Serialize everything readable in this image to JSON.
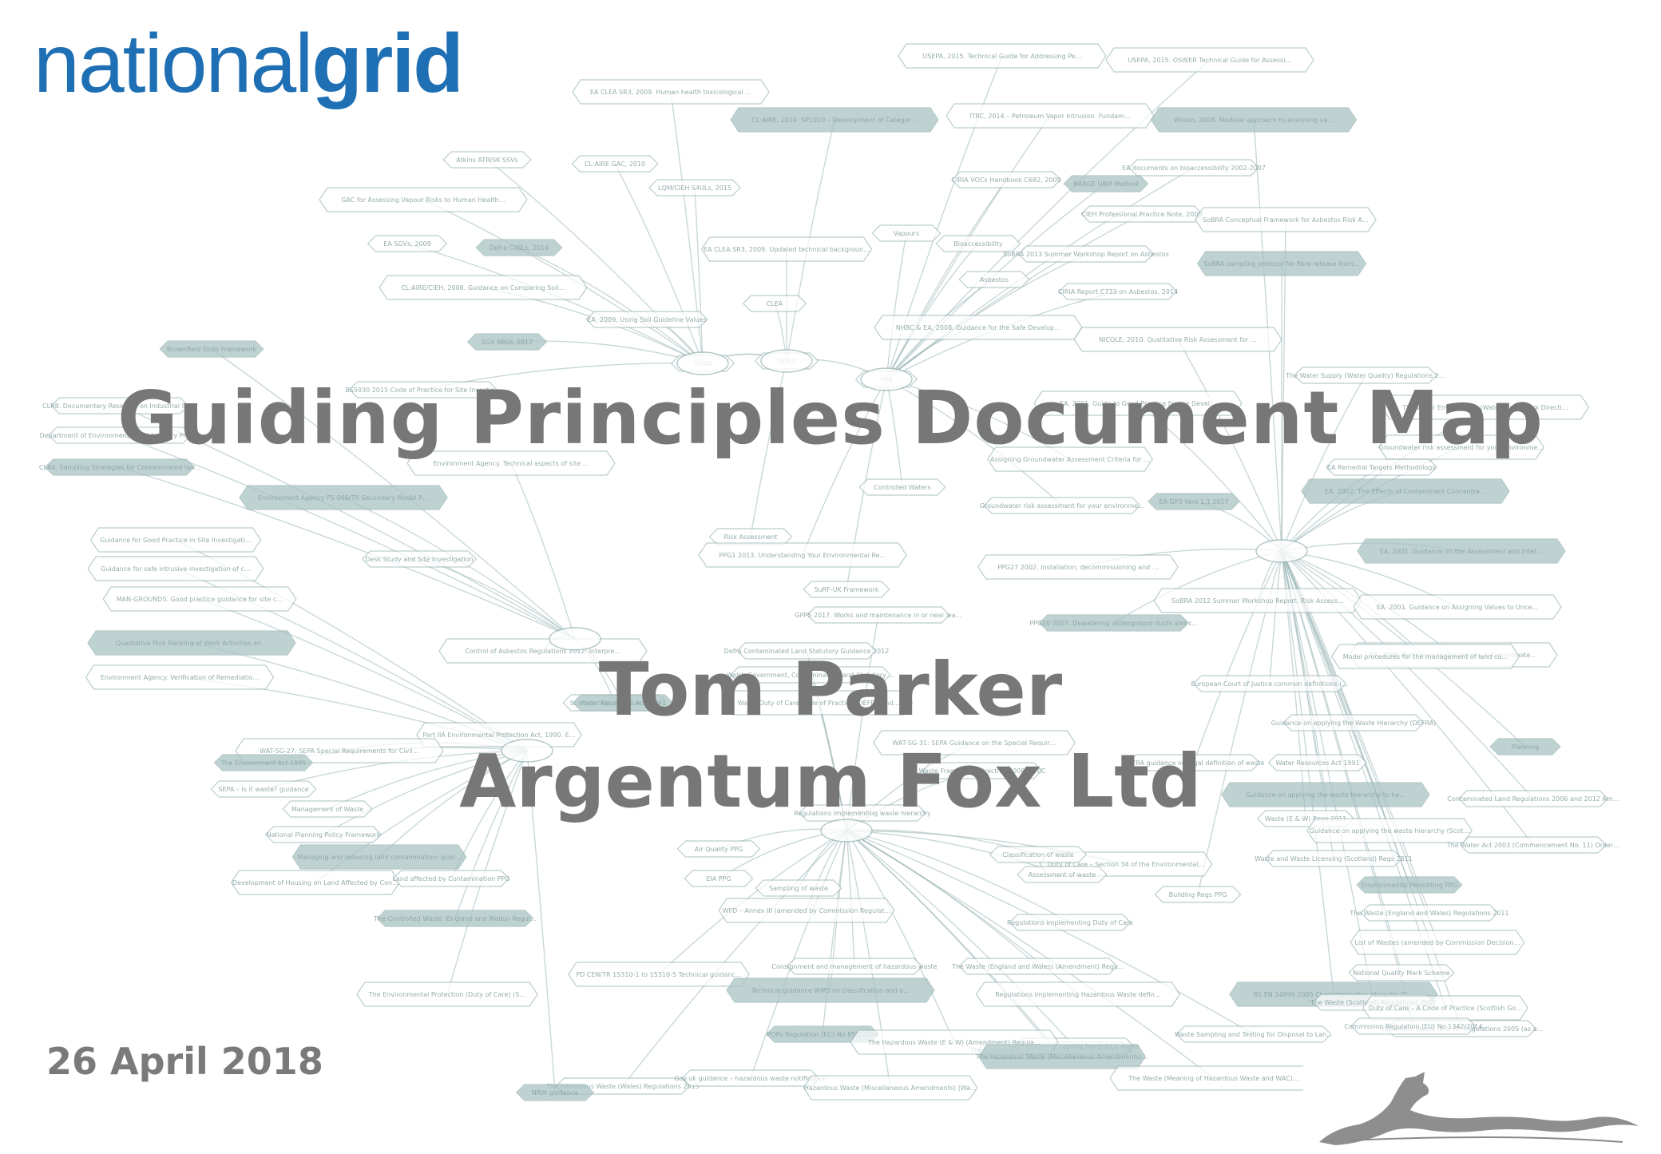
{
  "logo": {
    "light": "national",
    "bold": "grid"
  },
  "title": "Guiding Principles Document Map",
  "presenter": "Tom Parker",
  "company": "Argentum Fox Ltd",
  "date": "26 April 2018",
  "colors": {
    "logo_blue": "#1f6fb4",
    "heading_grey": "#777777",
    "map_line": "#9fb8b8",
    "map_fill": "#aac3c3"
  },
  "map_nodes": [
    "USEPA, 2015. Technical Guide for Addressing Petroleum Vapor Intrusion at Leaking UST Sites",
    "USEPA, 2015. OSWER Technical Guide for Assessing and Mitigating the Vapor Intrusion Pathway from Subsurface Vapor Sources to Indoor Air",
    "EA CLEA SR3, 2009. Human health toxicological assessment of contaminants in soil",
    "CL:AIRE, 2014. SP1010 – Development of Category 4 Screening Levels for Assessment of Land Affected by Contamination",
    "ITRC, 2014 – Petroleum Vapor Intrusion. Fundamentals of Screening, Investigation and Management report",
    "Wilson, 2008. Modular approach to analysing vapour migration into buildings in the UK",
    "CIRIA VOCs Handbook C682, 2009",
    "EA documents on bioaccessibility 2002-2007",
    "CL:AIRE GAC, 2010",
    "LQM/CIEH S4ULs, 2015",
    "Atkins ATRISK SSVs",
    "GAC for Assessing Vapour Risks to Human Health from Volatile Contaminants in Groundwater",
    "BARGE UBM Method",
    "CIEH Professional Practice Note, 2009",
    "SoBRA Conceptual Framework for Asbestos Risk Assessment & Control, 2015",
    "EA SGVs, 2009",
    "Defra C4SLs, 2014",
    "EA CLEA SR3, 2009. Updated technical background to the CLEA model",
    "Vapours",
    "Bioaccessibility",
    "SoBRA 2013 Summer Workshop Report on Asbestos",
    "SoBRA sampling protocol for fibre release from garden soil, 2016",
    "CL:AIRE/CIEH, 2008. Guidance on Comparing Soil Contamination Data with a Critical Concentration",
    "CLEA",
    "Asbestos",
    "CIRIA Report C733 on Asbestos, 2014",
    "EA, 2009. Using Soil Guideline Values",
    "SGV NBGL 2012",
    "NHBC & EA, 2008. Guidance for the Safe Development of Housing on Land Affected by Contamination, R&D 66",
    "NICOLE, 2010. Qualitative Risk Assessment for Land Contamination, including Radioactive Contamination",
    "Brownfield Skills Framework",
    "GQRA",
    "DQRA",
    "PRA",
    "The Water Supply (Water Quality) Regulations 2016",
    "BS5930 2015 Code of Practice for Site Investigations",
    "CLR8. Documentary Research on Industrial Sites",
    "Department of Environment (DoE) Industry Profiles",
    "CLR4. Sampling Strategies for Contaminated land. 1994",
    "Environment Agency P5-066/TR Secondary Model Procedure for the Development of Appropriate Soil Sampling Strategies, 2001",
    "Environment Agency. Technical aspects of site investigation in relation to land contamination, P5-065/TR, 2000",
    "EA, 2001. Guide to Good Practice for the Development of Conceptual Models and the Selection and Application of Mathematical Models of Contaminant Transport Processes in the Subsurface",
    "The Water Environment (Water Framework Directive) (England and Wales) Regulations 2017",
    "Groundwater risk assessment for your environmental permit 2017",
    "Assigning Groundwater Assessment Criteria for Pollutant Inputs",
    "EA Remedial Targets Methodology",
    "Controlled Waters",
    "Groundwater risk assessment for your environmental permit",
    "EA GP3 Vers 1.1 2017",
    "EA, 2002. The Effects of Contaminant Concentration on the Potential for Natural Attenuation",
    "Risk Assessment",
    "Desk Study and Site Investigation",
    "Guidance for Good Practice in Site Investigation. Version 2, 2009",
    "Guidance for safe intrusive investigation of contaminated land, 2017",
    "MAN-GROUNDS. Good practice guidance for site characterisation. Version 2, 2009",
    "PPG1 2013. Understanding Your Environmental Responsibilities – Good Environmental Practices",
    "PPG27 2002. Installation, decommissioning and removal of underground storage tanks",
    "EA, 2001. Guidance on the Assessment and Interrogation of Subsurface Analytical Contaminant Fate and Transport Models",
    "SuRF-UK Framework",
    "GPP5 2017. Works and maintenance in or near water",
    "PPG20 2007. Dewatering underground ducts and chambers",
    "SoBRA 2012 Summer Workshop Report. Risk Assessment of Petroleum Hydrocarbons in Groundwater",
    "EA, 2001. Guidance on Assigning Values to Uncertain Parameters in Subsurface Contaminant Fate and Transport Modelling",
    "EA, 2009. Petroleum Hydrocarbons in Groundwater: Supplementary Guidance for Hydrogeological Risk Assessment",
    "Model procedures for the management of land contamination (CLR11) June 2004",
    "Control of Asbestos Regulations 2012: Interpretation for Managing and Working with Asbestos in Soil and Construction & Demolition Materials: Industry Guidance, CAR-SOIL 2016",
    "Qualitative Risk Ranking of Work Activities and Receptors Involved in or Exposed to Asbestos in Soil",
    "Environment Agency. Verification of Remediation of Land Contamination, 2010",
    "Defra Contaminated Land Statutory Guidance 2012",
    "Welsh Government, Contaminated Land Statutory Guidance 2012",
    "Scottish Statutory Guidance",
    "Water Resources Act, 1991",
    "Waste Duty of Care Code of Practice (DEFRA and the Welsh Government) Nov 16",
    "European Court of Justice common definitions (case law)",
    "Guidance on applying the Waste Hierarchy (DEFRA)",
    "Planning",
    "Part IIA Environmental Protection Act, 1990. England and Wales",
    "WAT-SG-27: SEPA Special Requirements for Civil Engineering Contracts for the Prevention of Pollution",
    "WAT-SG-31: SEPA Guidance on the Special Requirement for Civil Engineering Contracts",
    "Waste Framework Directive 2008/98/EC",
    "DEFRA guidance on legal definition of waste",
    "Water Resources Act 1991",
    "The Environment Act 1995",
    "SEPA – Is it waste? guidance",
    "Guidance on applying the waste hierarchy to hazardous waste (DEFRA and Welsh Government)",
    "Contaminated Land Regulations 2006 and 2012 Amendment",
    "Management of Waste",
    "Regulations implementing waste hierarchy",
    "Waste (E & W) Regs 2011",
    "Guidance on applying the waste hierarchy (Scottish Government)",
    "The Water Act 2003 (Commencement No. 11) Order 2012",
    "National Planning Policy Framework",
    "Air Quality PPG",
    "Managing and reducing land contamination: guiding principles (GPLC)",
    "Development of Housing on Land Affected by Contamination R&D P66",
    "Waste and Waste Licensing (Scotland) Regs 2011",
    "Duty of Care – Section 34 of the Environmental Protection Act 1990",
    "Land affected by Contamination PPG",
    "EIA PPG",
    "Sampling of waste",
    "Classification of waste",
    "Assessment of waste",
    "The Controlled Waste (England and Wales) Regulations 2012",
    "Building Regs PPG",
    "Environmental Permitting PPG",
    "Regulations implementing Duty of Care",
    "The Waste (England and Wales) Regulations 2011",
    "List of Wastes (amended by Commission Decision (EU) No 2014/955/EU)",
    "WFD – Annex III (amended by Commission Regulation (EU) No 1357/2014)",
    "The Waste (England and Wales) (Amendment) Regulations 2014",
    "National Quality Mark Scheme",
    "BS EN 14899 2005 Characterization of waste. Framework for the preparation and application of a sampling plan",
    "Consignment and management of hazardous waste",
    "The Environmental Protection (Duty of Care) (Scotland) Regulations 2014",
    "PD CEN/TR 15310-1 to 15310-5 Technical guidance notes on sampling waste",
    "Technical guidance WM3 on classification and assessment of waste (1st edition May 2015)",
    "Regulations implementing Hazardous Waste definition (including WAC) and requirements",
    "The Waste (Scotland) Regulations 2012",
    "Duty of Care – A Code of Practice (Scottish Government) Oct 12",
    "Hazardous Waste (E & W) Regulations 2005 (as amended)",
    "POPs Regulation (EC) No 850/2004",
    "Waste Sampling and Testing for Disposal to Landfill (EA)",
    "The Special Waste Amendment (Scotland) Regulations 2004",
    "Commission Regulation (EU) No 1342/2014",
    "NRW guidance: moving hazardous waste",
    "The Hazardous Waste (E & W) (Amendment) Regulations 2016 (removing need for premises notification in England)",
    "The Hazardous Waste (Miscellaneous Amendments) Regulations 2015",
    "The Hazardous Waste (Wales) Regulations 2015",
    "The Waste (Meaning of Hazardous Waste and WAC) (Miscellaneous Amendments) (Scotland) Regulations 2015",
    "NRW guidance",
    "Gov.uk guidance – hazardous waste notification",
    "Hazardous Waste (Miscellaneous Amendments) (Wales) Regulations 2015"
  ]
}
